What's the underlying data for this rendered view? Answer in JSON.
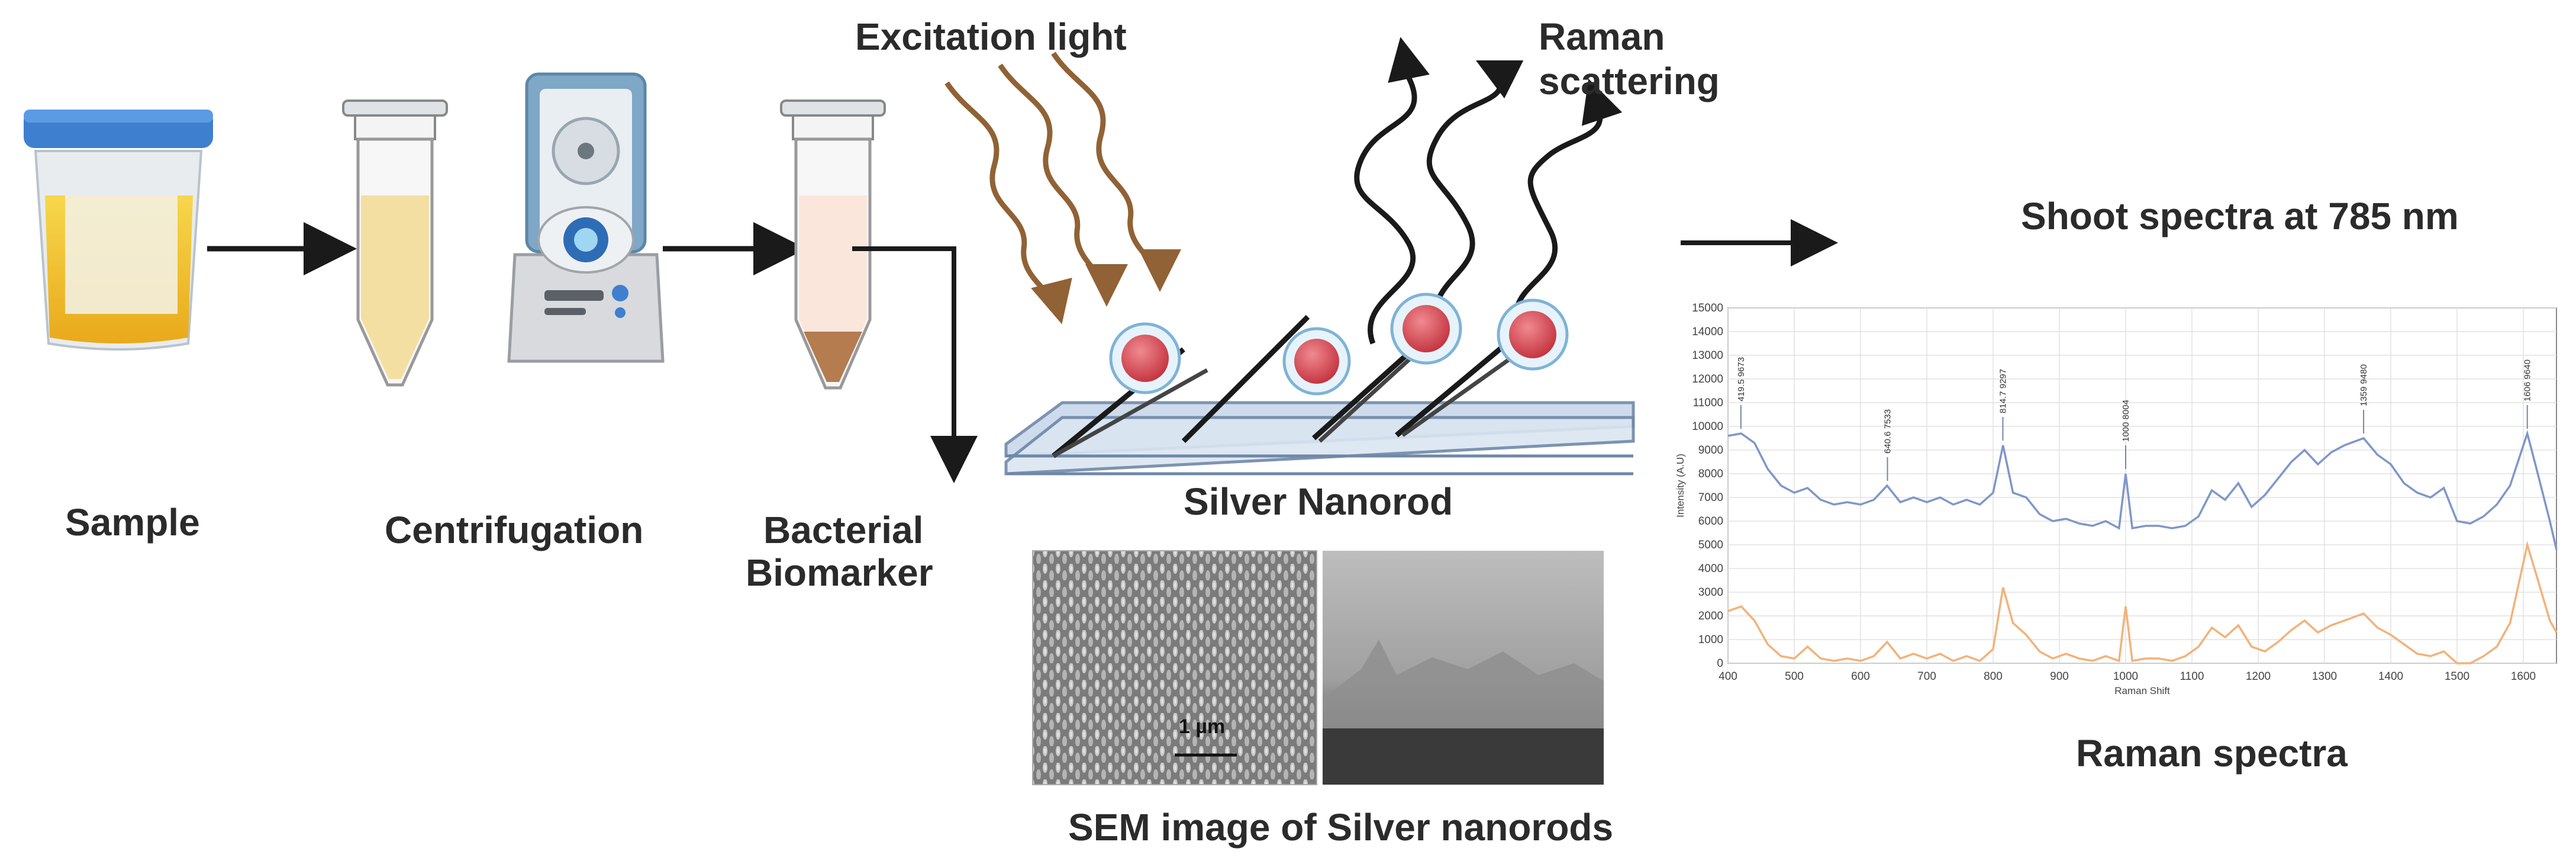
{
  "labels": {
    "sample": "Sample",
    "centrifugation": "Centrifugation",
    "bacterial": "Bacterial",
    "biomarker": "Biomarker",
    "excitation": "Excitation light",
    "raman1": "Raman",
    "raman2": "scattering",
    "silver_nanorod": "Silver Nanorod",
    "sem": "SEM image of Silver nanorods",
    "scale": "1 µm",
    "shoot": "Shoot spectra at 785 nm",
    "raman_spectra": "Raman spectra"
  },
  "colors": {
    "text": "#2b2b2b",
    "arrow": "#1a1a1a",
    "cup_lid": "#3f7fcf",
    "urine": "#f2c12e",
    "excitation": "#8b5a2b",
    "nanoparticle": "#d9505a",
    "slide": "#c8d8ea",
    "series_blue": "#7f97c9",
    "series_orange": "#f2b27a"
  },
  "chart_data": {
    "type": "line",
    "xlabel": "Raman Shift",
    "ylabel": "Intensity (A.U)",
    "xlim": [
      400,
      1650
    ],
    "ylim": [
      0,
      15000
    ],
    "x_ticks": [
      400,
      500,
      600,
      700,
      800,
      900,
      1000,
      1100,
      1200,
      1300,
      1400,
      1500,
      1600
    ],
    "y_ticks": [
      0,
      1000,
      2000,
      3000,
      4000,
      5000,
      6000,
      7000,
      8000,
      9000,
      10000,
      11000,
      12000,
      13000,
      14000,
      15000
    ],
    "grid": true,
    "series": [
      {
        "color": "#7f97c9",
        "x": [
          400,
          420,
          440,
          460,
          480,
          500,
          520,
          540,
          560,
          580,
          600,
          620,
          640,
          660,
          680,
          700,
          720,
          740,
          760,
          780,
          800,
          815,
          830,
          850,
          870,
          890,
          910,
          930,
          950,
          970,
          990,
          1000,
          1010,
          1030,
          1050,
          1070,
          1090,
          1110,
          1130,
          1150,
          1170,
          1190,
          1210,
          1230,
          1250,
          1270,
          1290,
          1310,
          1330,
          1359,
          1380,
          1400,
          1420,
          1440,
          1460,
          1480,
          1500,
          1520,
          1540,
          1560,
          1580,
          1606,
          1620,
          1640,
          1650
        ],
        "y": [
          9600,
          9700,
          9300,
          8200,
          7500,
          7200,
          7400,
          6900,
          6700,
          6800,
          6700,
          6900,
          7500,
          6800,
          7000,
          6800,
          7000,
          6700,
          6900,
          6700,
          7200,
          9200,
          7200,
          7000,
          6300,
          6000,
          6100,
          5900,
          5800,
          6000,
          5700,
          8000,
          5700,
          5800,
          5800,
          5700,
          5800,
          6200,
          7300,
          6900,
          7600,
          6600,
          7100,
          7800,
          8500,
          9000,
          8400,
          8900,
          9200,
          9500,
          8800,
          8400,
          7600,
          7200,
          7000,
          7400,
          6000,
          5900,
          6200,
          6700,
          7500,
          9700,
          8200,
          6000,
          4800
        ]
      },
      {
        "color": "#f2b27a",
        "x": [
          400,
          420,
          440,
          460,
          480,
          500,
          520,
          540,
          560,
          580,
          600,
          620,
          640,
          660,
          680,
          700,
          720,
          740,
          760,
          780,
          800,
          815,
          830,
          850,
          870,
          890,
          910,
          930,
          950,
          970,
          990,
          1000,
          1010,
          1030,
          1050,
          1070,
          1090,
          1110,
          1130,
          1150,
          1170,
          1190,
          1210,
          1230,
          1250,
          1270,
          1290,
          1310,
          1330,
          1359,
          1380,
          1400,
          1420,
          1440,
          1460,
          1480,
          1500,
          1520,
          1540,
          1560,
          1580,
          1606,
          1620,
          1640,
          1650
        ],
        "y": [
          2200,
          2400,
          1800,
          800,
          300,
          200,
          700,
          200,
          100,
          200,
          100,
          300,
          900,
          200,
          400,
          200,
          400,
          100,
          300,
          100,
          600,
          3200,
          1700,
          1200,
          500,
          200,
          400,
          200,
          100,
          300,
          100,
          2400,
          100,
          200,
          200,
          100,
          300,
          700,
          1500,
          1100,
          1600,
          700,
          500,
          900,
          1400,
          1800,
          1300,
          1600,
          1800,
          2100,
          1500,
          1200,
          800,
          400,
          300,
          500,
          0,
          0,
          300,
          700,
          1700,
          5000,
          3700,
          1800,
          1300
        ]
      }
    ],
    "annotations": [
      {
        "x": 419.5,
        "label": "419.5  9673"
      },
      {
        "x": 640.6,
        "label": "640.6  7533"
      },
      {
        "x": 814.7,
        "label": "814.7  9297"
      },
      {
        "x": 1000,
        "label": "1000  8004"
      },
      {
        "x": 1359,
        "label": "1359  9480"
      },
      {
        "x": 1606,
        "label": "1606  9640"
      }
    ]
  }
}
